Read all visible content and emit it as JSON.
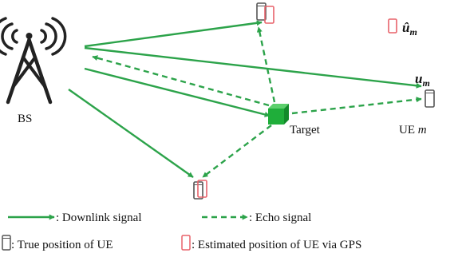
{
  "labels": {
    "bs": "BS",
    "target": "Target",
    "ue_prefix": "UE ",
    "ue_var": "m",
    "true_var": "u",
    "true_sub": "m",
    "est_var": "û",
    "est_sub": "m"
  },
  "legend": {
    "downlink": ": Downlink signal",
    "echo": ": Echo signal",
    "true_pos": ": True position of UE",
    "est_pos": ": Estimated position of UE via GPS"
  },
  "colors": {
    "signal": "#2ca34a",
    "target": "#22b33c",
    "true_ue": "#555555",
    "estimated_ue": "#e8626a",
    "text": "#111111"
  },
  "icons": {
    "bs": "antenna-tower-icon",
    "target": "green-cube-icon",
    "true_ue": "phone-outline-icon",
    "estimated_ue": "phone-outline-red-icon"
  }
}
